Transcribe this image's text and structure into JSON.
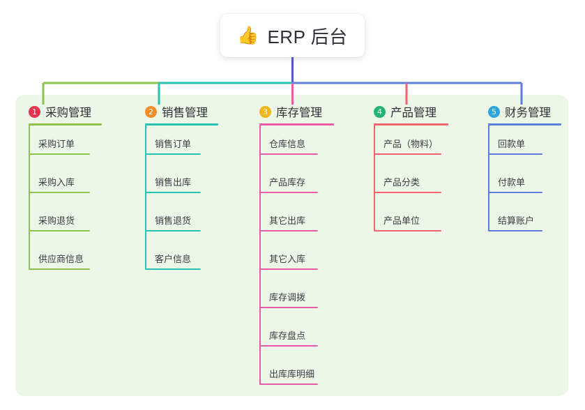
{
  "root": {
    "icon": "thumbs-up-icon",
    "emoji": "👍",
    "title": "ERP 后台"
  },
  "panel": {
    "background_color": "#ecf7e7"
  },
  "columns": [
    {
      "number": "1",
      "title": "采购管理",
      "line_color": "#8bc34a",
      "badge_color": "#e8344e",
      "items": [
        "采购订单",
        "采购入库",
        "采购退货",
        "供应商信息"
      ]
    },
    {
      "number": "2",
      "title": "销售管理",
      "line_color": "#27c2b0",
      "badge_color": "#f28c28",
      "items": [
        "销售订单",
        "销售出库",
        "销售退货",
        "客户信息"
      ]
    },
    {
      "number": "3",
      "title": "库存管理",
      "line_color": "#ec5aa6",
      "badge_color": "#f5b516",
      "items": [
        "仓库信息",
        "产品库存",
        "其它出库",
        "其它入库",
        "库存调拨",
        "库存盘点",
        "出库库明细"
      ]
    },
    {
      "number": "4",
      "title": "产品管理",
      "line_color": "#f4636c",
      "badge_color": "#22b573",
      "items": [
        "产品（物料）",
        "产品分类",
        "产品单位"
      ]
    },
    {
      "number": "5",
      "title": "财务管理",
      "line_color": "#5b7ede",
      "badge_color": "#2ba6e0",
      "items": [
        "回款单",
        "付款单",
        "结算账户"
      ]
    }
  ],
  "connectors": {
    "root_stem_color": "#4b5cc4",
    "bar_segments": [
      {
        "color": "#8bc34a"
      },
      {
        "color": "#27c2b0"
      },
      {
        "color": "#5b7ede"
      }
    ]
  }
}
